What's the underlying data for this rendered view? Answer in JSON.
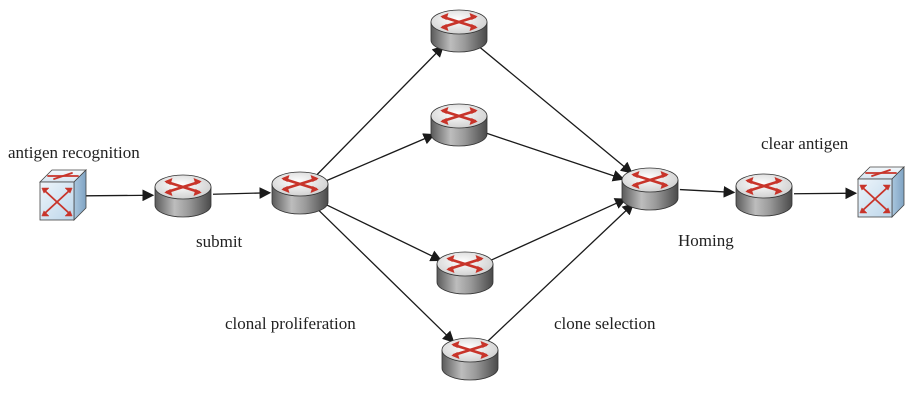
{
  "labels": {
    "antigen_recognition": "antigen recognition",
    "submit": "submit",
    "clonal_proliferation": "clonal proliferation",
    "clone_selection": "clone selection",
    "homing": "Homing",
    "clear_antigen": "clear antigen"
  },
  "nodes": [
    {
      "id": "switch-left",
      "kind": "switch-icon"
    },
    {
      "id": "router-1",
      "kind": "router-icon"
    },
    {
      "id": "router-hub",
      "kind": "router-icon"
    },
    {
      "id": "router-branch-1",
      "kind": "router-icon"
    },
    {
      "id": "router-branch-2",
      "kind": "router-icon"
    },
    {
      "id": "router-branch-3",
      "kind": "router-icon"
    },
    {
      "id": "router-branch-4",
      "kind": "router-icon"
    },
    {
      "id": "router-merge",
      "kind": "router-icon"
    },
    {
      "id": "router-out",
      "kind": "router-icon"
    },
    {
      "id": "switch-right",
      "kind": "switch-icon"
    }
  ],
  "edges": [
    [
      "switch-left",
      "router-1"
    ],
    [
      "router-1",
      "router-hub"
    ],
    [
      "router-hub",
      "router-branch-1"
    ],
    [
      "router-hub",
      "router-branch-2"
    ],
    [
      "router-hub",
      "router-branch-3"
    ],
    [
      "router-hub",
      "router-branch-4"
    ],
    [
      "router-branch-1",
      "router-merge"
    ],
    [
      "router-branch-2",
      "router-merge"
    ],
    [
      "router-branch-3",
      "router-merge"
    ],
    [
      "router-branch-4",
      "router-merge"
    ],
    [
      "router-merge",
      "router-out"
    ],
    [
      "router-out",
      "switch-right"
    ]
  ],
  "colors": {
    "arrow_red": "#c8342a",
    "router_top": "#e6e6e6",
    "router_body": "#8a8a8a",
    "switch_face": "#cfe3f2",
    "edge": "#1a1a1a"
  }
}
